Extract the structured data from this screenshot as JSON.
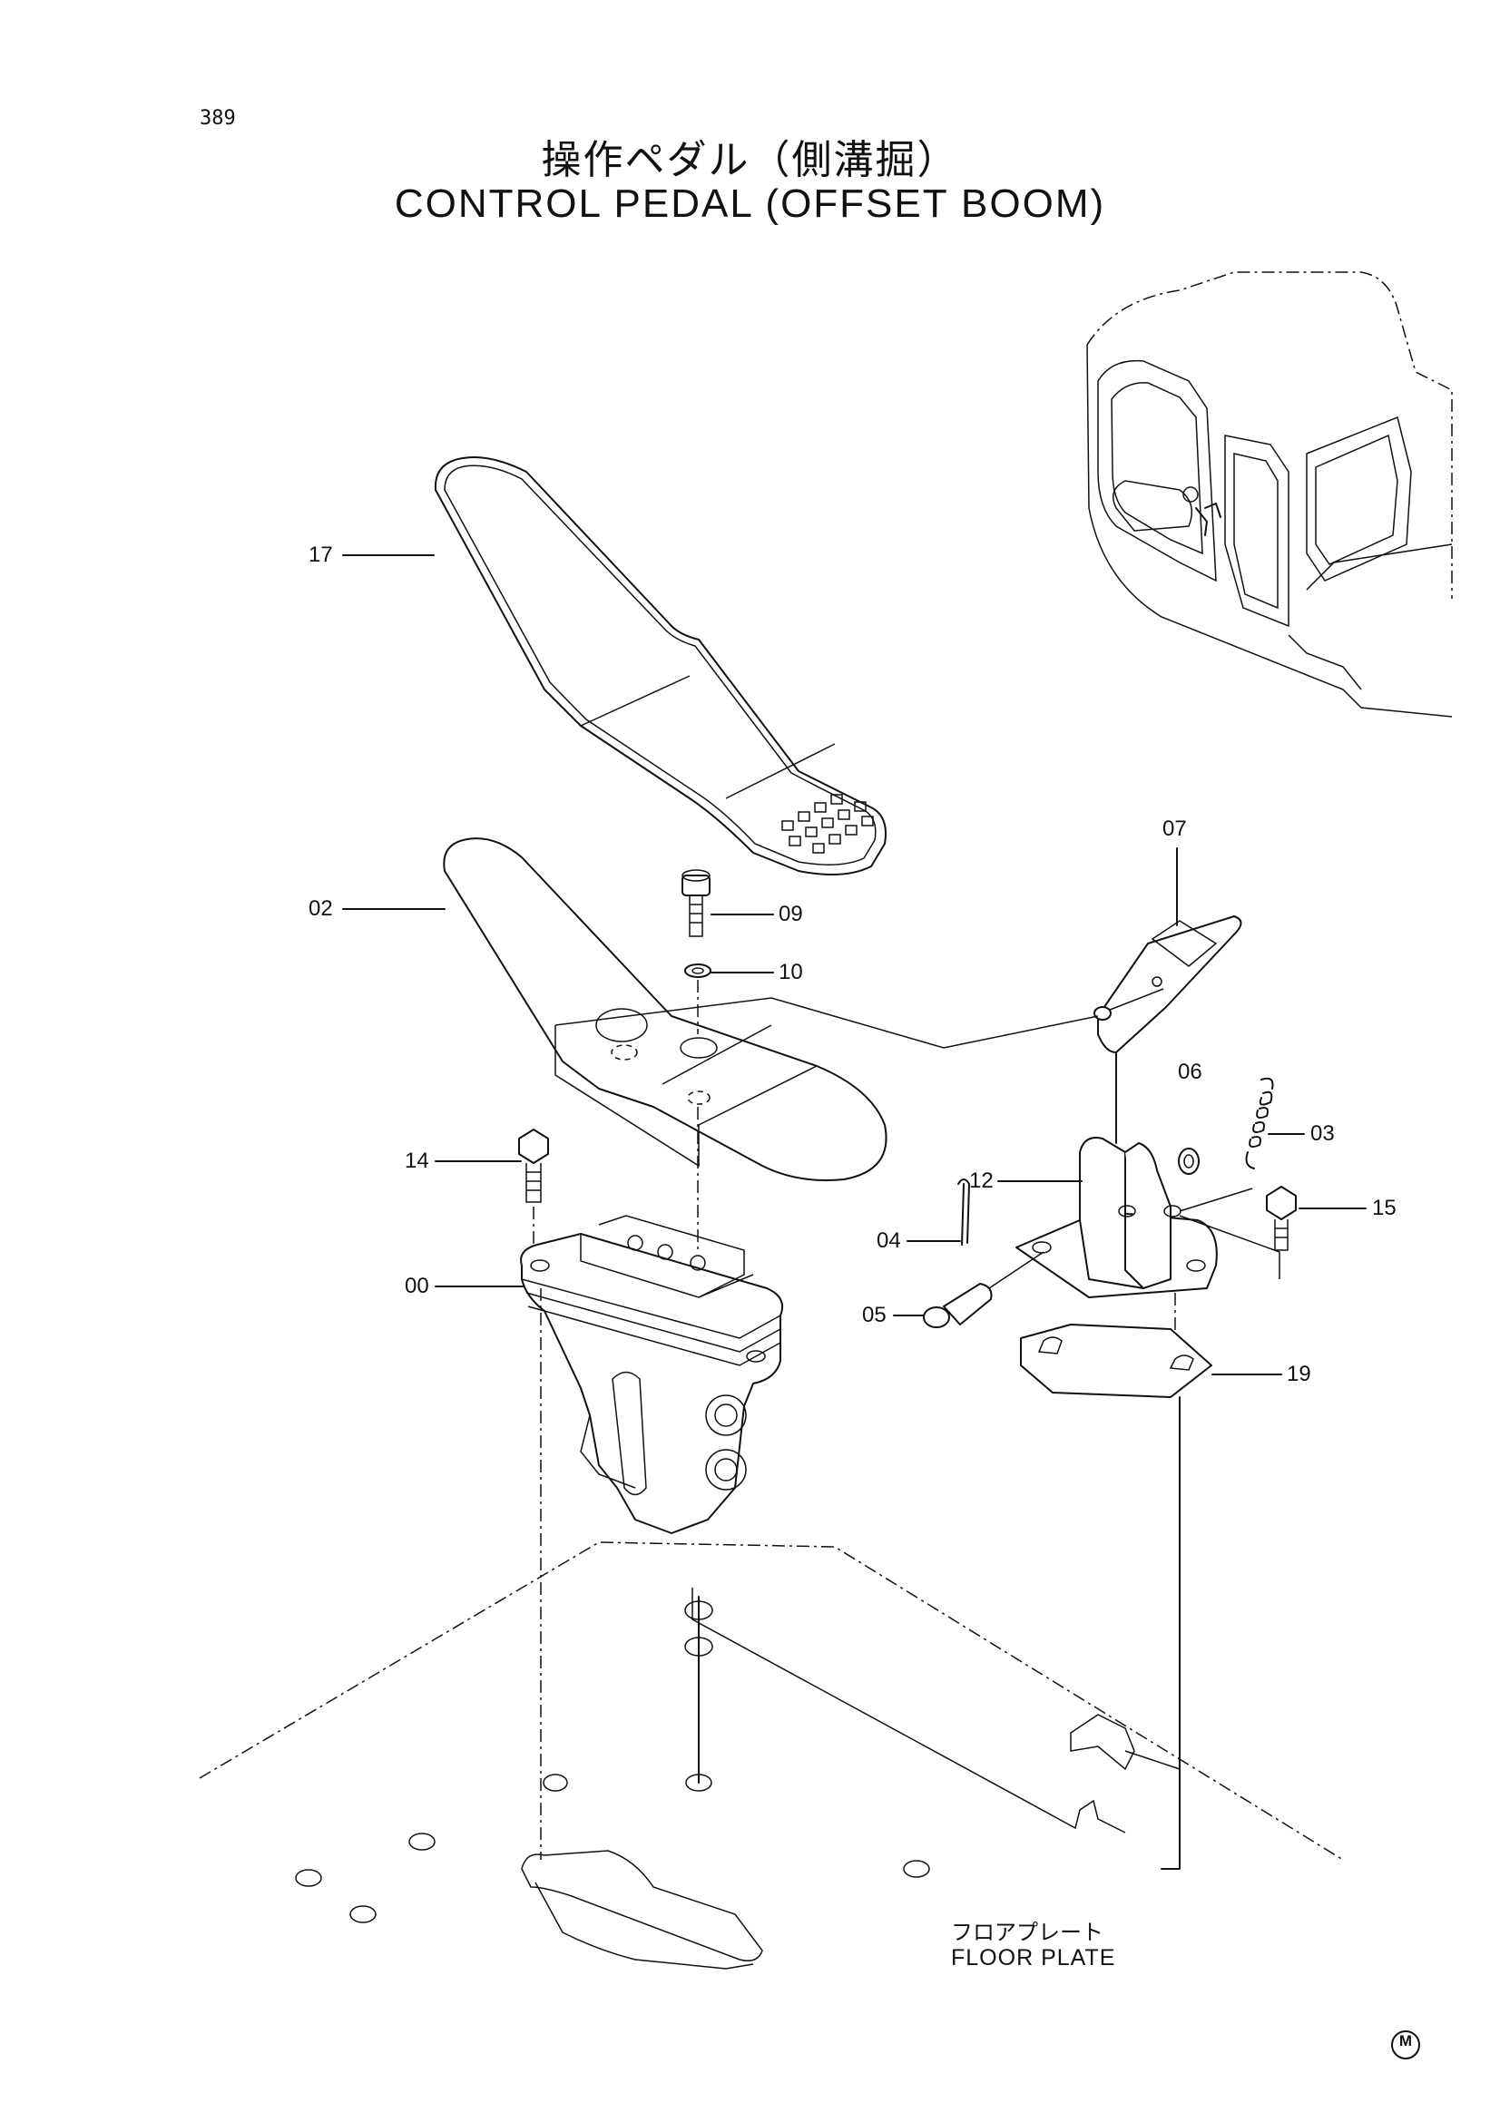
{
  "page_number": "389",
  "title": {
    "japanese": "操作ペダル（側溝掘）",
    "english": "CONTROL PEDAL (OFFSET BOOM)"
  },
  "callouts": [
    "17",
    "02",
    "09",
    "10",
    "14",
    "00",
    "07",
    "06",
    "03",
    "12",
    "15",
    "04",
    "05",
    "19"
  ],
  "floor_plate": {
    "japanese": "フロアプレート",
    "english": "FLOOR PLATE"
  },
  "mark": "M"
}
